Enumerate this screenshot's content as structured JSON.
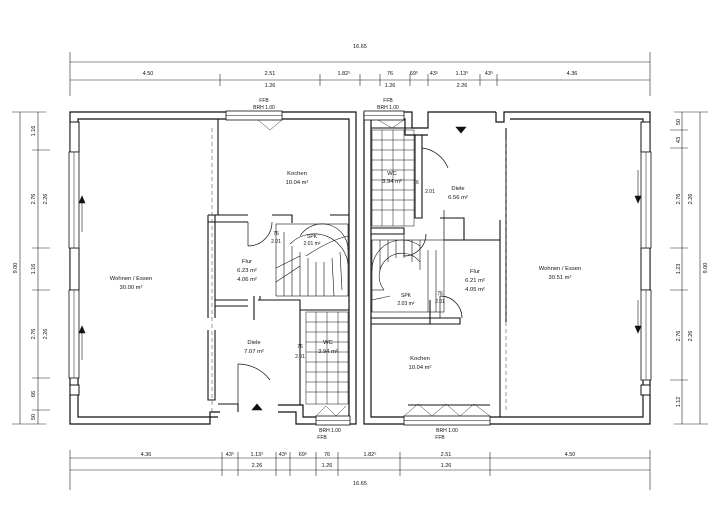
{
  "dimensions": {
    "top_total": "16.65",
    "top_segments": [
      "4.50",
      "2.51",
      "1.82⁵",
      "76",
      "69⁵",
      "43⁵",
      "1.13⁵",
      "43⁵",
      "4.36"
    ],
    "top_subsegments": [
      "1.26",
      "1.26",
      "2.26"
    ],
    "bottom_segments": [
      "4.36",
      "43⁵",
      "1.13⁵",
      "43⁵",
      "69⁵",
      "76",
      "1.82⁵",
      "2.51",
      "4.50"
    ],
    "bottom_subsegments": [
      "2.26",
      "1.26",
      "1.26"
    ],
    "bottom_total": "16.65",
    "left_total": "9.00",
    "left_outer": [
      "1.16",
      "2.76",
      "1.16",
      "2.76",
      "66",
      "50"
    ],
    "left_inner": [
      "2.26",
      "2.26"
    ],
    "right_total": "9.00",
    "right_outer": [
      "50",
      "43",
      "2.76",
      "1.23",
      "2.76",
      "1.12"
    ],
    "right_inner": [
      "2.26",
      "2.26"
    ]
  },
  "openings": {
    "top_left": [
      "FFB",
      "BRH 1.00"
    ],
    "top_right": [
      "FFB",
      "BRH 1.00"
    ],
    "bottom_left": [
      "BRH 1.00",
      "FFB"
    ],
    "bottom_right": [
      "BRH 1.00",
      "FFB"
    ]
  },
  "rooms": {
    "wohnen_left": {
      "name": "Wohnen / Essen",
      "area": "30.00 m²"
    },
    "kochen_left": {
      "name": "Kochen",
      "area": "10.04 m²"
    },
    "flur_left": {
      "name": "Flur",
      "area": "6.23 m²",
      "area2": "4.06 m²"
    },
    "diele_left": {
      "name": "Diele",
      "area": "7.07 m²"
    },
    "wc_left": {
      "name": "WC",
      "area": "3.94 m²"
    },
    "wc_right": {
      "name": "WC",
      "area": "3.94 m²"
    },
    "diele_right": {
      "name": "Diele",
      "area": "6.56 m²"
    },
    "flur_right": {
      "name": "Flur",
      "area": "6.21 m²",
      "area2": "4.05 m²"
    },
    "wohnen_right": {
      "name": "Wohnen / Essen",
      "area": "30.51 m²"
    },
    "kochen_right": {
      "name": "Kochen",
      "area": "10.04 m²"
    }
  },
  "door_labels": {
    "flur_left_door": [
      "76",
      "2.01"
    ],
    "stair_left": [
      "SPK",
      "2.01 m²"
    ],
    "diele_left_door": [
      "76",
      "2.01"
    ],
    "wc_right_door": [
      "76",
      "2.01"
    ],
    "flur_right_door": [
      "76",
      "2.01"
    ],
    "stair_right": [
      "SPK",
      "2.03 m²"
    ]
  }
}
